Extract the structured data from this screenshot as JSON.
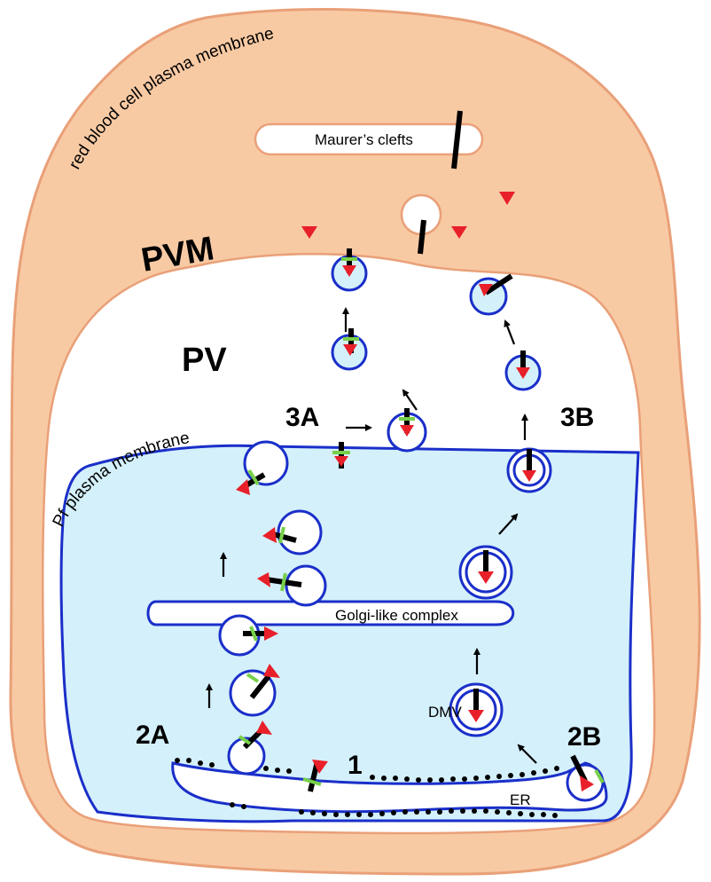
{
  "labels": {
    "rbc_membrane": "red blood cell plasma membrane",
    "maurers_clefts": "Maurer’s clefts",
    "pvm": "PVM",
    "pv": "PV",
    "pf_membrane": "Pf plasma membrane",
    "golgi": "Golgi-like complex",
    "dmv": "DMV",
    "er": "ER",
    "step_1": "1",
    "step_2a": "2A",
    "step_2b": "2B",
    "step_3a": "3A",
    "step_3b": "3B"
  },
  "colors": {
    "rbc_fill": "#f8caa4",
    "rbc_stroke": "#e9a078",
    "parasite_fill": "#d4f0fa",
    "membrane_blue": "#1a2fc9",
    "cargo_red": "#e8202a",
    "chaperone_green": "#77d04a",
    "protein_black": "#000000"
  }
}
